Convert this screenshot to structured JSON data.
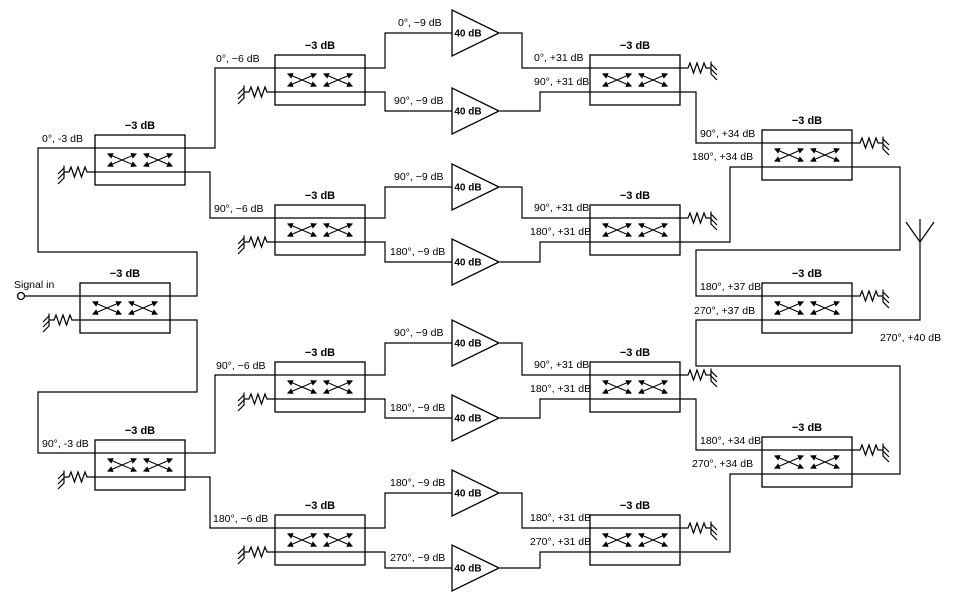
{
  "colors": {
    "ink": "#000000",
    "background": "#ffffff"
  },
  "diagram": {
    "signal_in_label": "Signal in",
    "splitters": [
      {
        "title": "−3 dB",
        "out_top": "0°, -3 dB",
        "out_bot": "90°, -3 dB"
      },
      {
        "title": "−3 dB",
        "out_top": "0°, −6 dB",
        "out_bot": "90°, −6 dB"
      },
      {
        "title": "−3 dB",
        "out_top": "90°, −6 dB",
        "out_bot": "180°, −6 dB"
      },
      {
        "title": "−3 dB",
        "out_top": "0°, −9 dB",
        "out_bot": "90°, −9 dB"
      },
      {
        "title": "−3 dB",
        "out_top": "90°, −9 dB",
        "out_bot": "180°, −9 dB"
      },
      {
        "title": "−3 dB",
        "out_top": "90°, −9 dB",
        "out_bot": "180°, −9 dB"
      },
      {
        "title": "−3 dB",
        "out_top": "180°, −9 dB",
        "out_bot": "270°, −9 dB"
      }
    ],
    "amplifiers": [
      {
        "gain": "40 dB",
        "out": "0°, +31 dB"
      },
      {
        "gain": "40 dB",
        "out": "90°, +31 dB"
      },
      {
        "gain": "40 dB",
        "out": "90°, +31 dB"
      },
      {
        "gain": "40 dB",
        "out": "180°, +31 dB"
      },
      {
        "gain": "40 dB",
        "out": "90°, +31 dB"
      },
      {
        "gain": "40 dB",
        "out": "180°, +31 dB"
      },
      {
        "gain": "40 dB",
        "out": "180°, +31 dB"
      },
      {
        "gain": "40 dB",
        "out": "270°, +31 dB"
      }
    ],
    "combiners": [
      {
        "title": "−3 dB",
        "out": "90°, +34 dB"
      },
      {
        "title": "−3 dB",
        "out": "180°, +34 dB"
      },
      {
        "title": "−3 dB",
        "out": "180°, +34 dB"
      },
      {
        "title": "−3 dB",
        "out": "270°, +34 dB"
      },
      {
        "title": "−3 dB",
        "out": "180°, +37 dB"
      },
      {
        "title": "−3 dB",
        "out": "270°, +37 dB"
      },
      {
        "title": "−3 dB",
        "out": "270°, +40 dB"
      }
    ]
  }
}
